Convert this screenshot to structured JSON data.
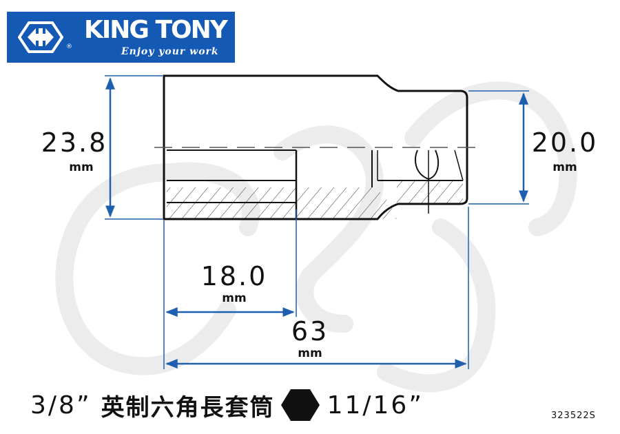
{
  "logo": {
    "brand": "KING TONY",
    "slogan": "Enjoy your work",
    "registered": "®",
    "icon": "king-tony-emblem-icon",
    "brand_color": "#1459b4"
  },
  "watermark": {
    "icon": "cxc-watermark-icon"
  },
  "dimensions": {
    "outer_diameter": {
      "value": "23.8",
      "unit": "mm"
    },
    "drive_end_diameter": {
      "value": "20.0",
      "unit": "mm"
    },
    "hex_depth": {
      "value": "18.0",
      "unit": "mm"
    },
    "overall_length": {
      "value": "63",
      "unit": "mm"
    }
  },
  "title": {
    "drive_size": "3/8”",
    "name": "英制六角長套筒",
    "hex_icon": "hexagon-icon",
    "socket_size": "11/16”"
  },
  "part_number": "323522S",
  "colors": {
    "dimension_line": "#1f5fb0",
    "outline": "#111111",
    "watermark": "#e9e9e9"
  }
}
